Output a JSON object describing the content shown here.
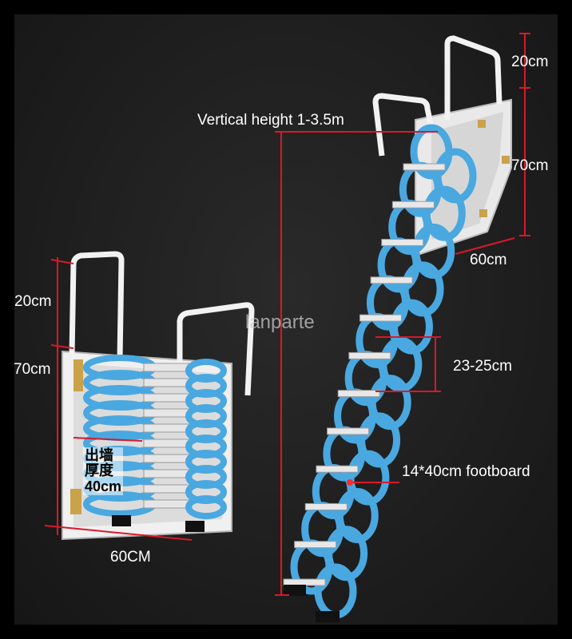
{
  "labels": {
    "vertical_height": "Vertical height 1-3.5m",
    "top_20": "20cm",
    "top_70": "70cm",
    "top_60": "60cm",
    "step_gap": "23-25cm",
    "footboard": "14*40cm footboard",
    "left_20": "20cm",
    "left_70": "70cm",
    "left_60": "60CM",
    "wall_line1": "出墙",
    "wall_line2": "厚度",
    "wall_line3": "40cm"
  },
  "watermark": "lanparte",
  "colors": {
    "background": "#1f1f1f",
    "ladder_blue": "#4aa8e0",
    "frame_white": "#f2f2f2",
    "dimension_red": "#d9182a"
  }
}
